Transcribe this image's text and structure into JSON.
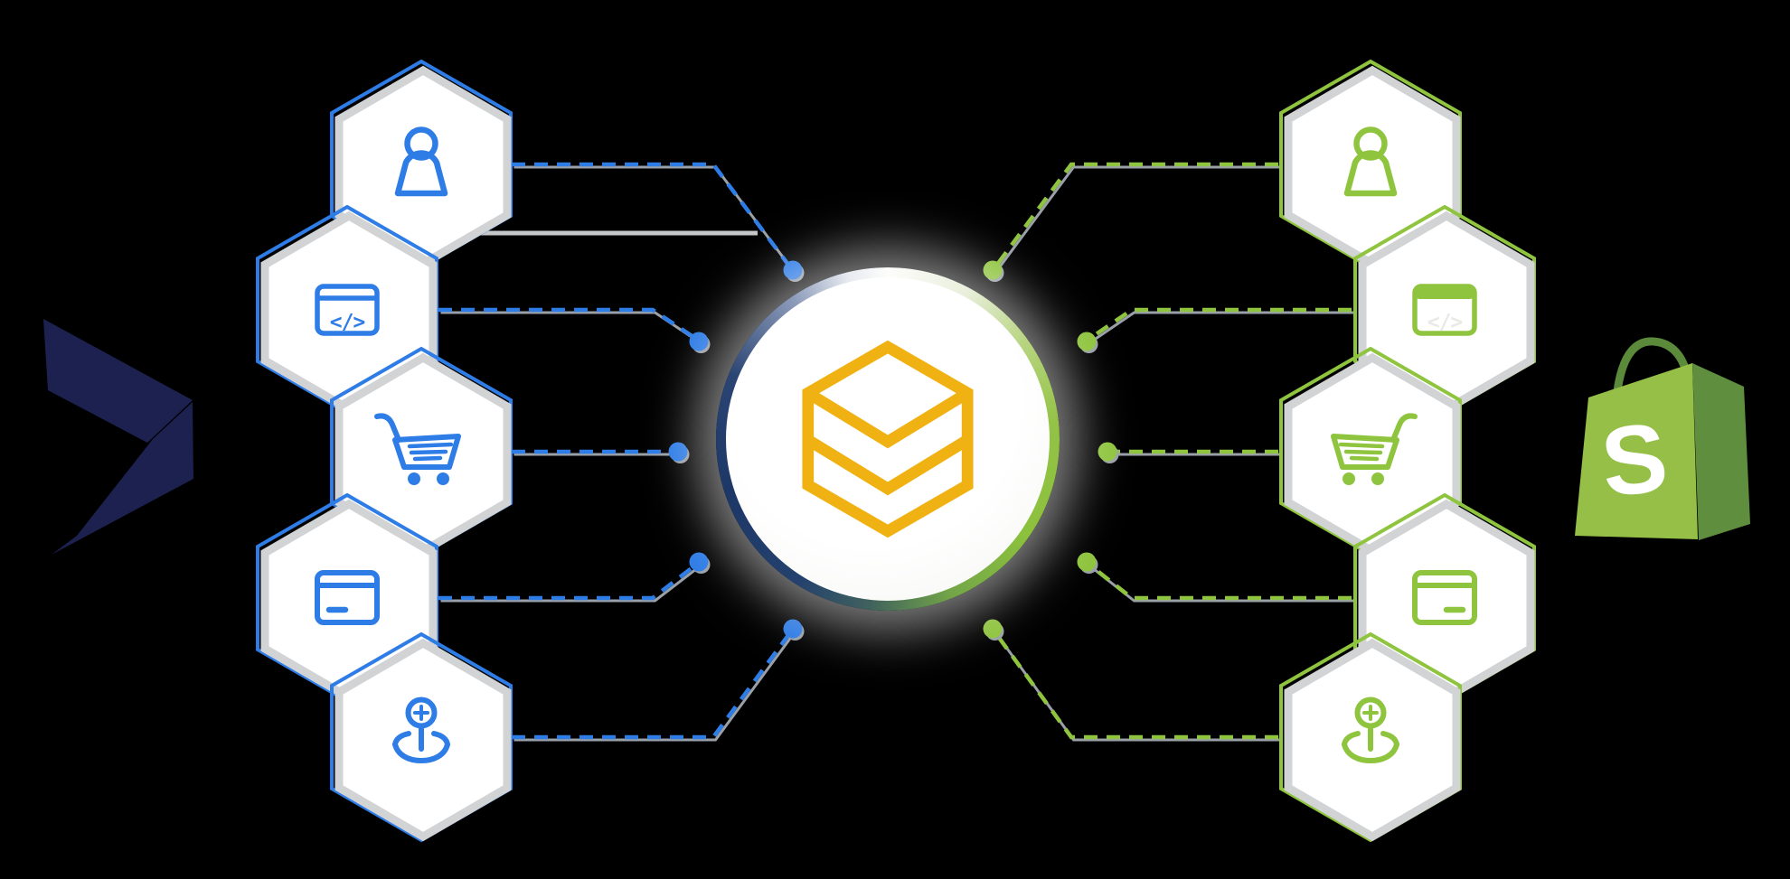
{
  "background_color": "#000000",
  "glyphs": {
    "code": "</>"
  },
  "platforms": {
    "left": {
      "logo": "dynamics-365-logo",
      "color": "#1c2150"
    },
    "right": {
      "logo": "shopify-logo",
      "letter": "S",
      "letter_color": "#ffffff",
      "front_color": "#95bf47",
      "side_color": "#5e8e3e",
      "handle_color": "#5a8a3a"
    }
  },
  "hub": {
    "icon": "data-stack-icon",
    "icon_color": "#f0b112",
    "ring_left_color": "#1d3766",
    "ring_right_color": "#8cc13d",
    "ring_top_color": "#fdfdfb"
  },
  "nodes": {
    "left_color": "#2e7ce6",
    "right_color": "#8fc43e",
    "hex_fill": "#ffffff",
    "hex_inner_border": "#d2d3d5",
    "left": [
      {
        "icon": "user-icon"
      },
      {
        "icon": "code-window-icon"
      },
      {
        "icon": "shopping-cart-icon"
      },
      {
        "icon": "credit-card-icon"
      },
      {
        "icon": "location-pin-icon"
      }
    ],
    "right": [
      {
        "icon": "user-icon"
      },
      {
        "icon": "code-window-icon"
      },
      {
        "icon": "shopping-cart-icon"
      },
      {
        "icon": "credit-card-icon"
      },
      {
        "icon": "location-pin-icon"
      }
    ]
  },
  "connectors": {
    "style": "dashed",
    "left_color": "#2e7ce6",
    "right_color": "#8fc43e",
    "shadow_color": "#9aa0a8",
    "junction_color": "#c4c6c8",
    "dot_color_left": "#2e7ce6",
    "dot_color_right": "#8fc43e"
  }
}
